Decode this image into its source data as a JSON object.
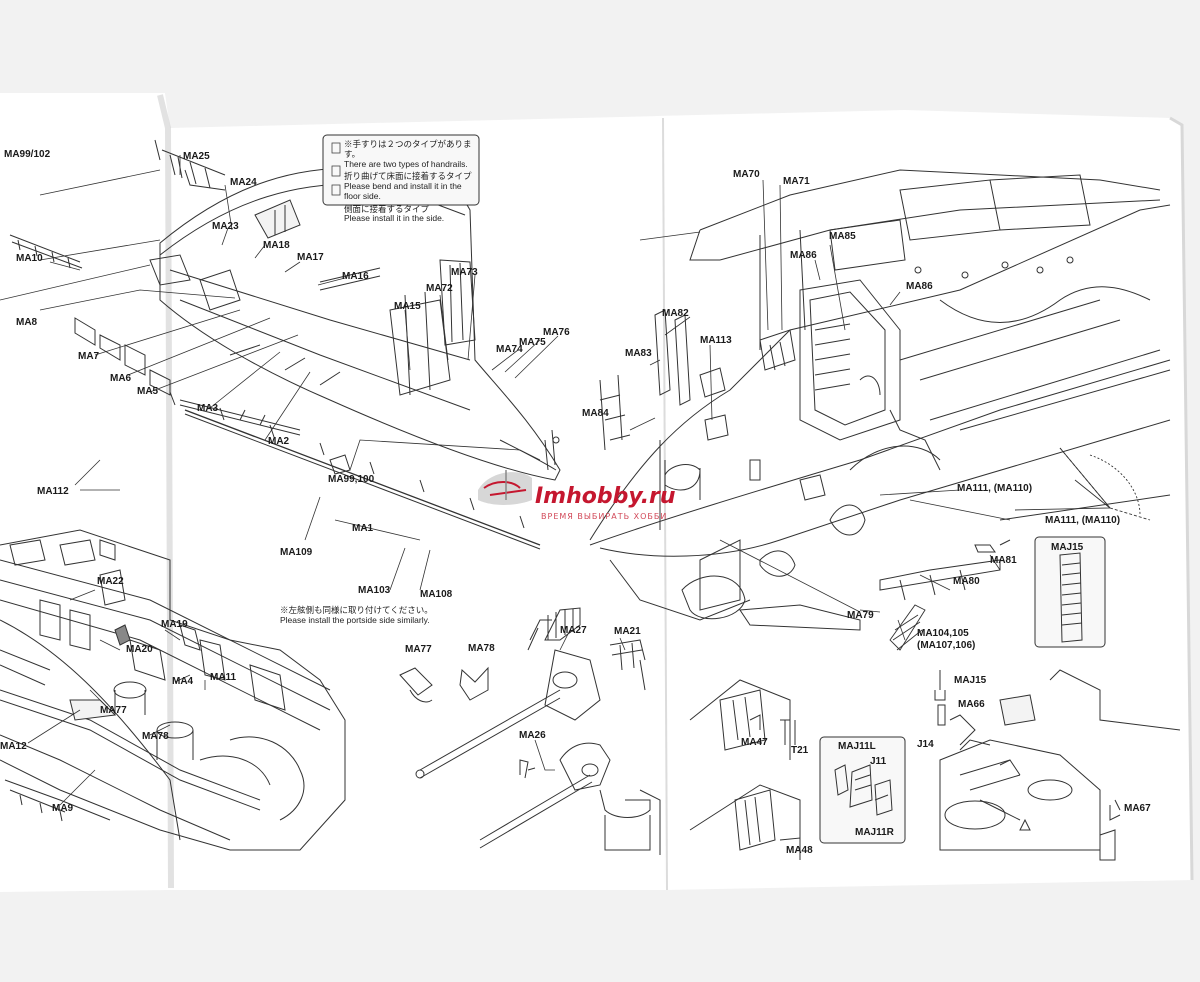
{
  "handrail_note": {
    "title_jp": "※手すりは２つのタイプがあります。",
    "title_en": "There are two types of handrails.",
    "type1_jp": "折り曲げて床面に接着するタイプ",
    "type1_en": "Please bend and install it in the floor side.",
    "type2_jp": "側面に接着するタイプ",
    "type2_en": "Please install it in the side."
  },
  "portside_note": {
    "jp": "※左舷側も同様に取り付けてください。",
    "en": "Please install the portside side similarly."
  },
  "watermark": {
    "site": "Imhobby.ru",
    "tagline": "ВРЕМЯ ВЫБИРАТЬ ХОББИ"
  },
  "labels": {
    "ma99_102": "MA99/102",
    "ma25": "MA25",
    "ma24": "MA24",
    "ma23": "MA23",
    "ma18": "MA18",
    "ma17": "MA17",
    "ma16": "MA16",
    "ma15": "MA15",
    "ma73": "MA73",
    "ma72": "MA72",
    "ma76": "MA76",
    "ma75": "MA75",
    "ma74": "MA74",
    "ma10": "MA10",
    "ma8": "MA8",
    "ma7": "MA7",
    "ma6": "MA6",
    "ma5": "MA5",
    "ma3": "MA3",
    "ma2": "MA2",
    "ma99_100": "MA99,100",
    "ma1": "MA1",
    "ma112": "MA112",
    "ma109": "MA109",
    "ma103": "MA103",
    "ma108": "MA108",
    "ma22": "MA22",
    "ma19": "MA19",
    "ma20": "MA20",
    "ma4": "MA4",
    "ma11": "MA11",
    "ma77a": "MA77",
    "ma78a": "MA78",
    "ma12": "MA12",
    "ma9": "MA9",
    "ma77b": "MA77",
    "ma78b": "MA78",
    "ma27": "MA27",
    "ma21": "MA21",
    "ma26": "MA26",
    "ma70": "MA70",
    "ma71": "MA71",
    "ma85": "MA85",
    "ma86a": "MA86",
    "ma86b": "MA86",
    "ma82": "MA82",
    "ma113": "MA113",
    "ma83": "MA83",
    "ma84": "MA84",
    "ma111a": "MA111, (MA110)",
    "ma111b": "MA111, (MA110)",
    "maj15a": "MAJ15",
    "ma81": "MA81",
    "ma80": "MA80",
    "ma79": "MA79",
    "ma104": "MA104,105",
    "ma107": "(MA107,106)",
    "maj15b": "MAJ15",
    "ma66": "MA66",
    "j14": "J14",
    "ma47": "MA47",
    "t21": "T21",
    "maj11l": "MAJ11L",
    "j11": "J11",
    "maj11r": "MAJ11R",
    "ma48": "MA48",
    "ma67": "MA67"
  }
}
